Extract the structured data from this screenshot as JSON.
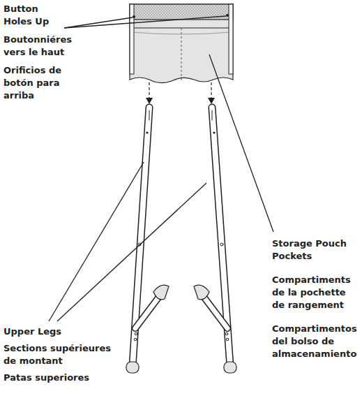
{
  "diagram": {
    "labels": [
      "Button Holes Up",
      "Boutonniéres vers le haut",
      "Orificios de botón para arriba",
      "Storage Pouch Pockets",
      "Compartiments de la pochette de rangement",
      "Compartimentos del bolso de almacenamiento",
      "Upper Legs",
      "Sections supérieures de montant",
      "Patas superiores"
    ]
  }
}
